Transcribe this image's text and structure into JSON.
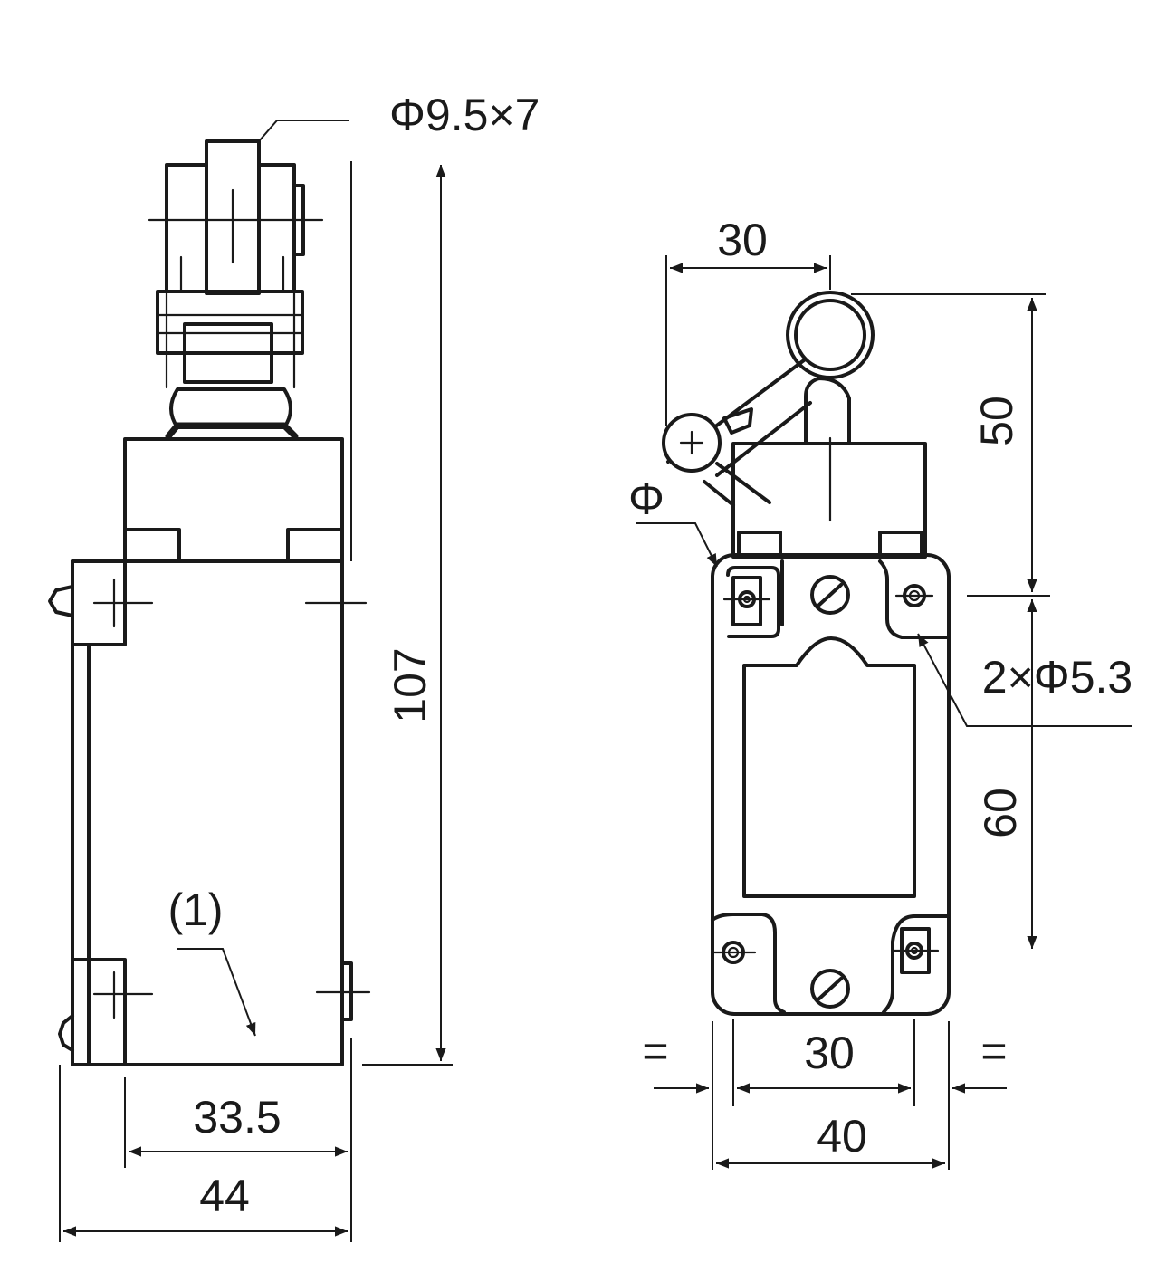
{
  "diagram": {
    "left_view": {
      "roller_label": "Φ9.5×7",
      "height_label": "107",
      "inner_width_label": "33.5",
      "total_width_label": "44",
      "callout_label": "(1)"
    },
    "right_view": {
      "arm_length_label": "30",
      "upper_height_label": "50",
      "phi_label": "Φ",
      "hole_label": "2×Φ5.3",
      "lower_height_label": "60",
      "hole_spacing_label": "30",
      "equal_left_label": "=",
      "equal_right_label": "=",
      "total_width_label": "40"
    }
  }
}
